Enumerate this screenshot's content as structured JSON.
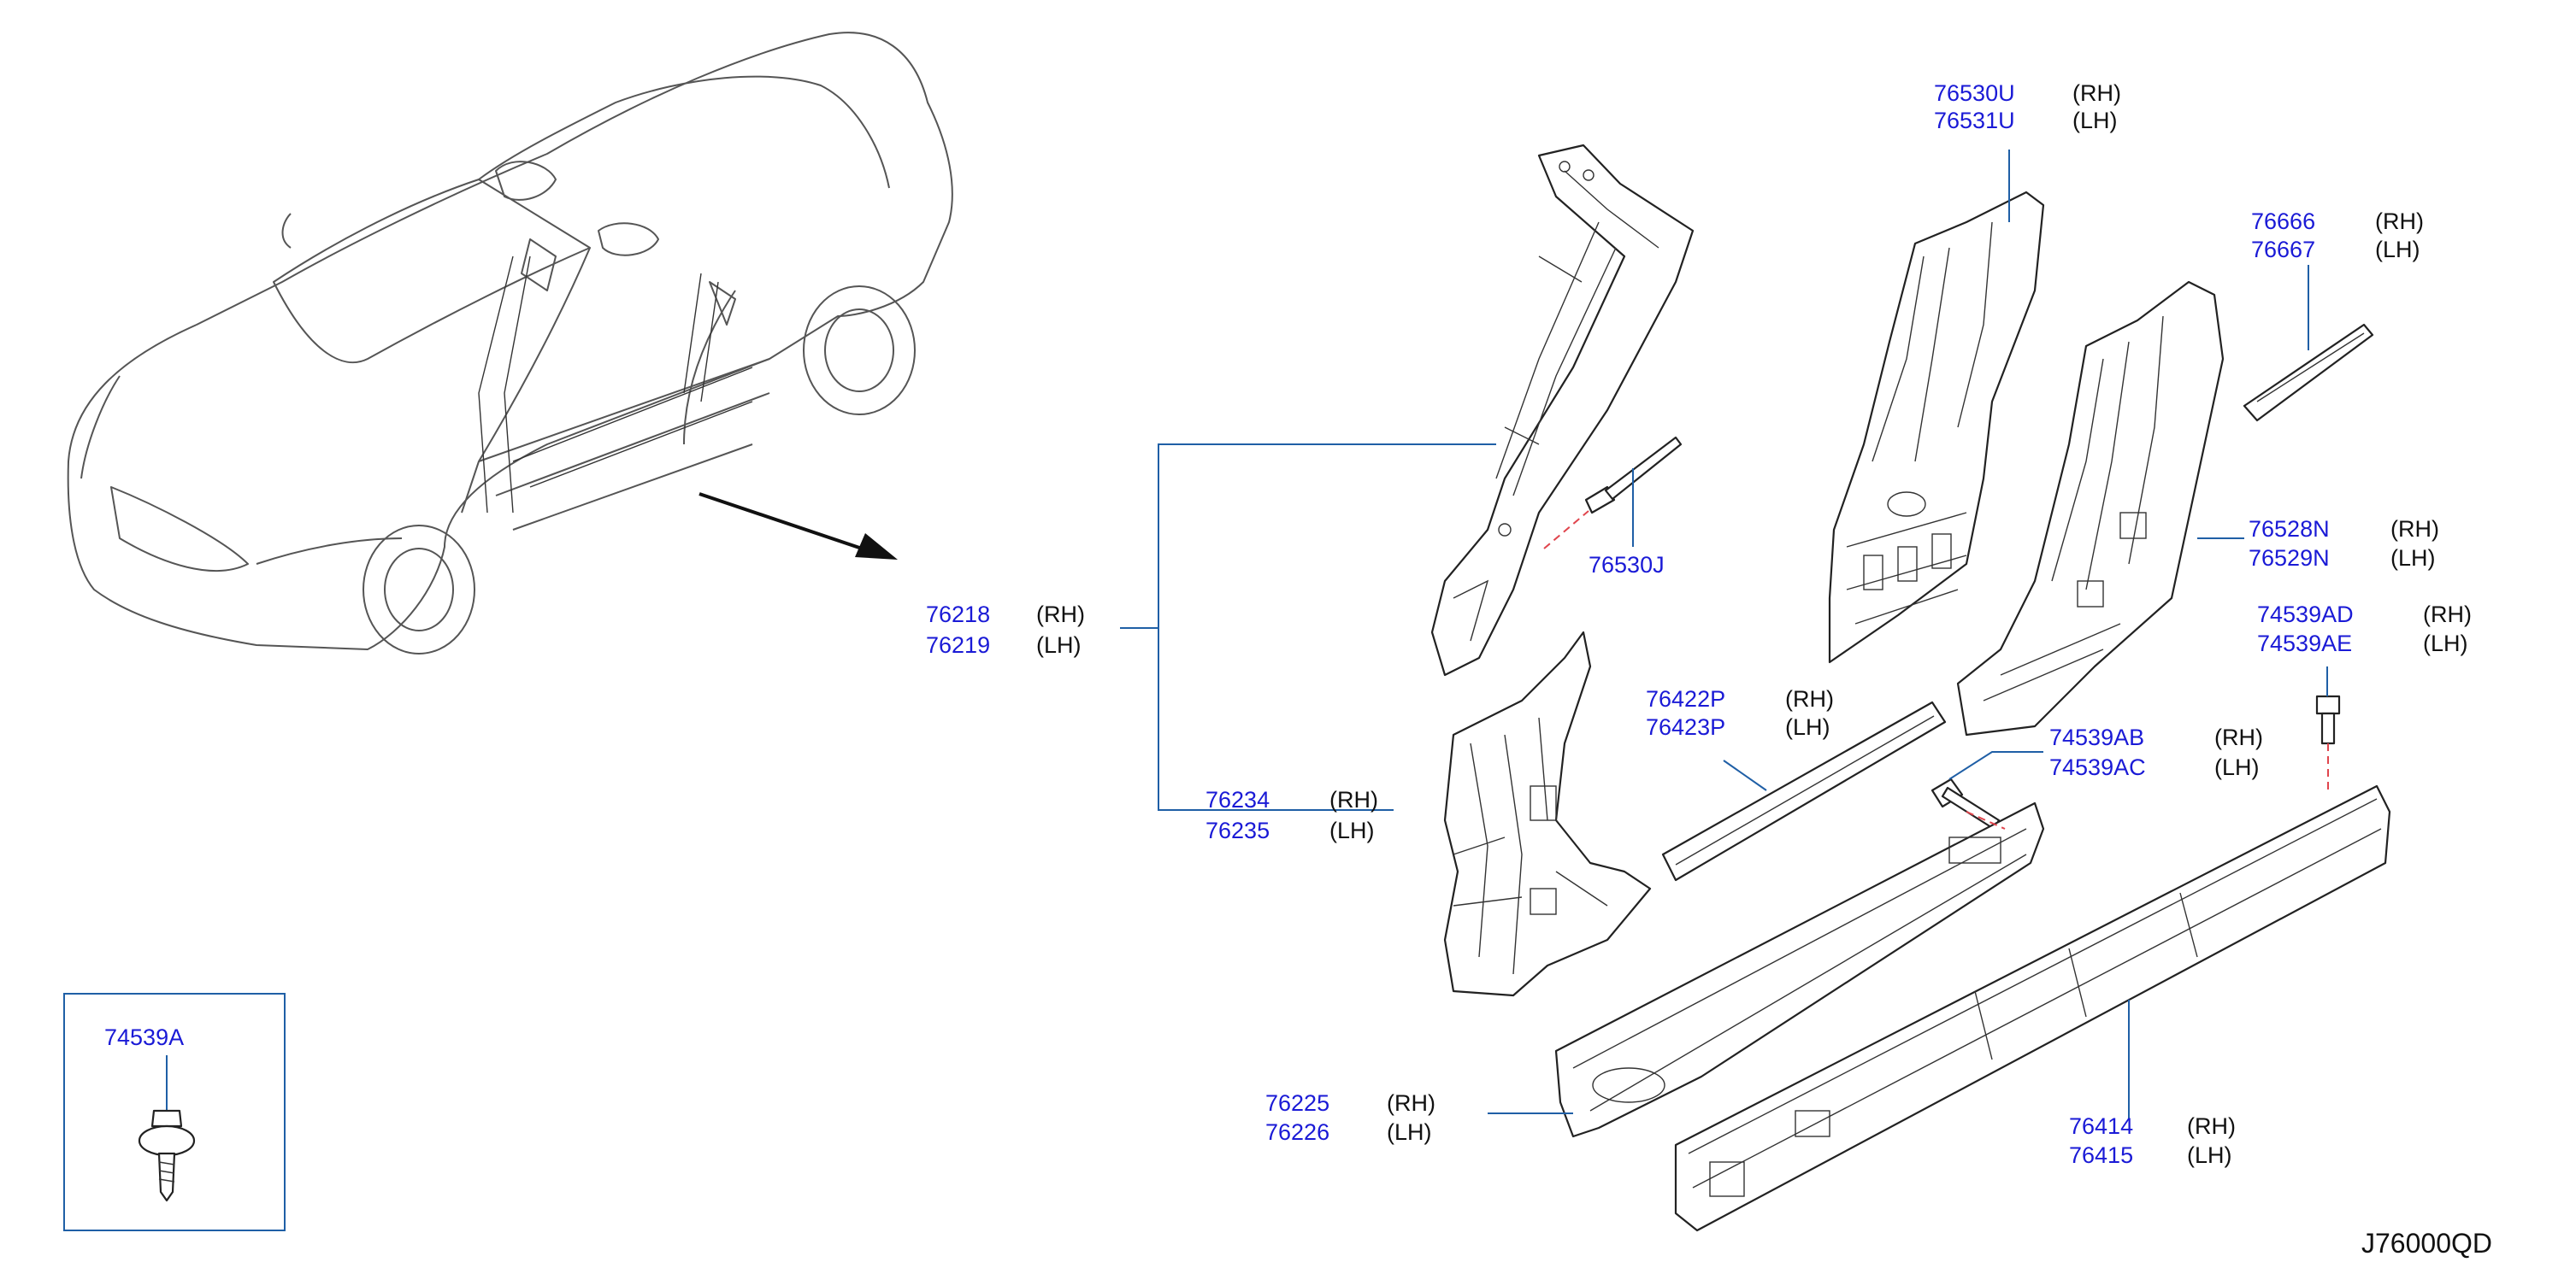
{
  "diagram_code": "J76000QD",
  "callouts": {
    "a": {
      "p1": "76530U",
      "s1": "(RH)",
      "p2": "76531U",
      "s2": "(LH)"
    },
    "b": {
      "p1": "76666",
      "s1": "(RH)",
      "p2": "76667",
      "s2": "(LH)"
    },
    "c": {
      "p1": "76528N",
      "s1": "(RH)",
      "p2": "76529N",
      "s2": "(LH)"
    },
    "d": {
      "p1": "74539AD",
      "s1": "(RH)",
      "p2": "74539AE",
      "s2": "(LH)"
    },
    "e": {
      "p1": "76218",
      "s1": "(RH)",
      "p2": "76219",
      "s2": "(LH)"
    },
    "f": {
      "p1": "76530J"
    },
    "g": {
      "p1": "76422P",
      "s1": "(RH)",
      "p2": "76423P",
      "s2": "(LH)"
    },
    "h": {
      "p1": "74539AB",
      "s1": "(RH)",
      "p2": "74539AC",
      "s2": "(LH)"
    },
    "i": {
      "p1": "76234",
      "s1": "(RH)",
      "p2": "76235",
      "s2": "(LH)"
    },
    "j": {
      "p1": "76225",
      "s1": "(RH)",
      "p2": "76226",
      "s2": "(LH)"
    },
    "k": {
      "p1": "76414",
      "s1": "(RH)",
      "p2": "76415",
      "s2": "(LH)"
    },
    "l": {
      "p1": "74539A"
    }
  }
}
